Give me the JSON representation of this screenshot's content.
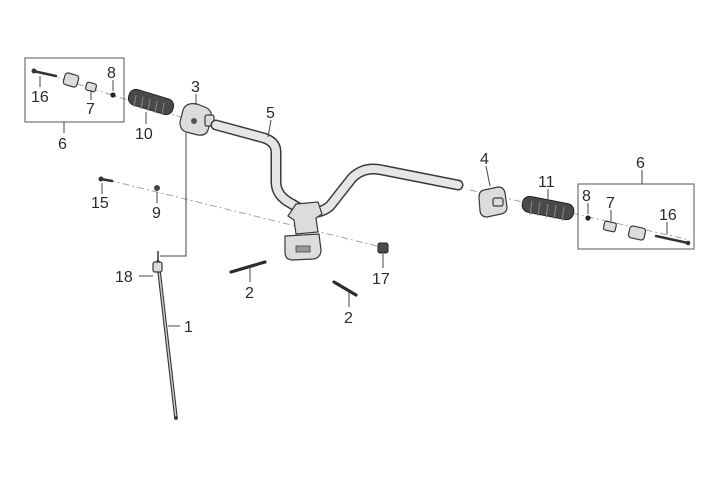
{
  "callouts": {
    "c1": "1",
    "c2a": "2",
    "c2b": "2",
    "c3": "3",
    "c4": "4",
    "c5": "5",
    "c6_left": "6",
    "c6_right": "6",
    "c7_left": "7",
    "c7_right": "7",
    "c8_left": "8",
    "c8_right": "8",
    "c9": "9",
    "c10": "10",
    "c11": "11",
    "c15": "15",
    "c16_left": "16",
    "c16_right": "16",
    "c17": "17",
    "c18": "18"
  }
}
